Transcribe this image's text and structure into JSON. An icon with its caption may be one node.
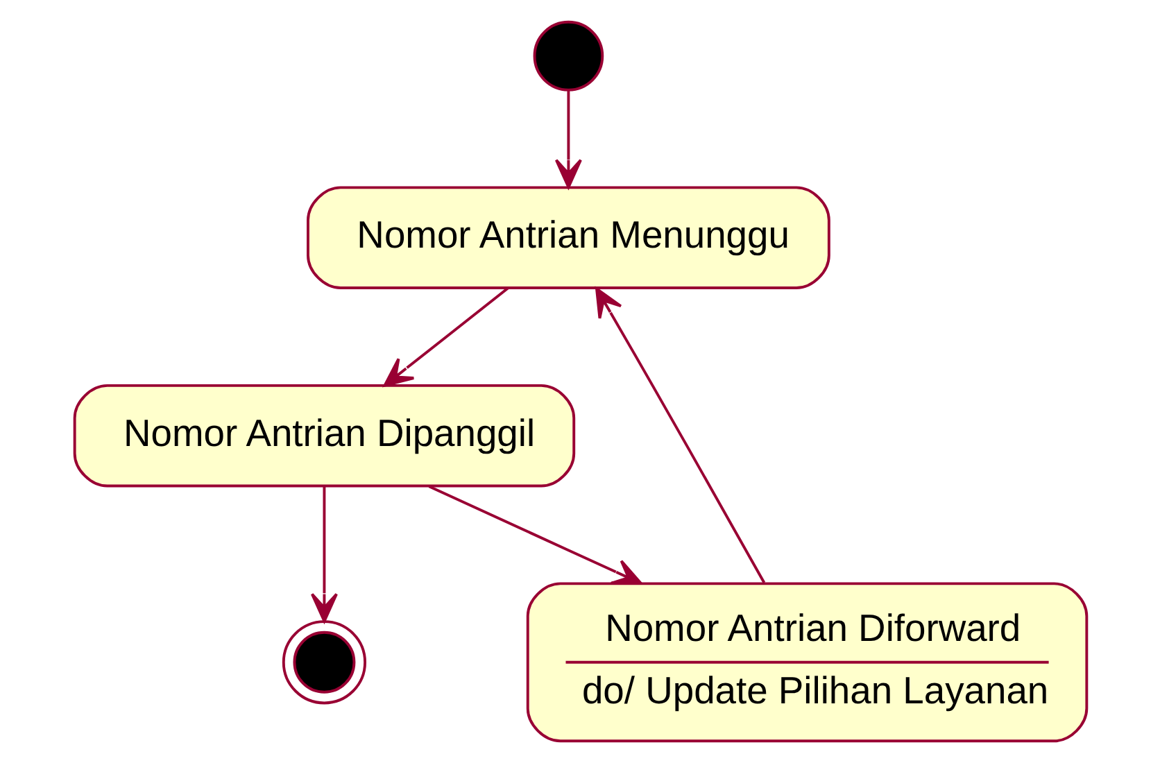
{
  "diagram": {
    "nodes": [
      {
        "text": [],
        "shape": "circle"
      },
      {
        "text": [
          "Nomor Antrian Menunggu"
        ]
      },
      {
        "text": [
          "Nomor Antrian Dipanggil"
        ]
      },
      {
        "text": [],
        "shape": "circle"
      },
      {
        "text": [
          "Nomor Antrian Diforward",
          "do/ Update Pilihan Layanan"
        ]
      }
    ],
    "edges": [
      {
        "from": 0,
        "to": 1,
        "arrow": "to"
      },
      {
        "from": 1,
        "to": 2,
        "arrow": "to"
      },
      {
        "from": 2,
        "to": 3,
        "arrow": "to"
      },
      {
        "from": 2,
        "to": 4,
        "arrow": "to"
      },
      {
        "from": 4,
        "to": 1,
        "arrow": "to"
      }
    ]
  }
}
